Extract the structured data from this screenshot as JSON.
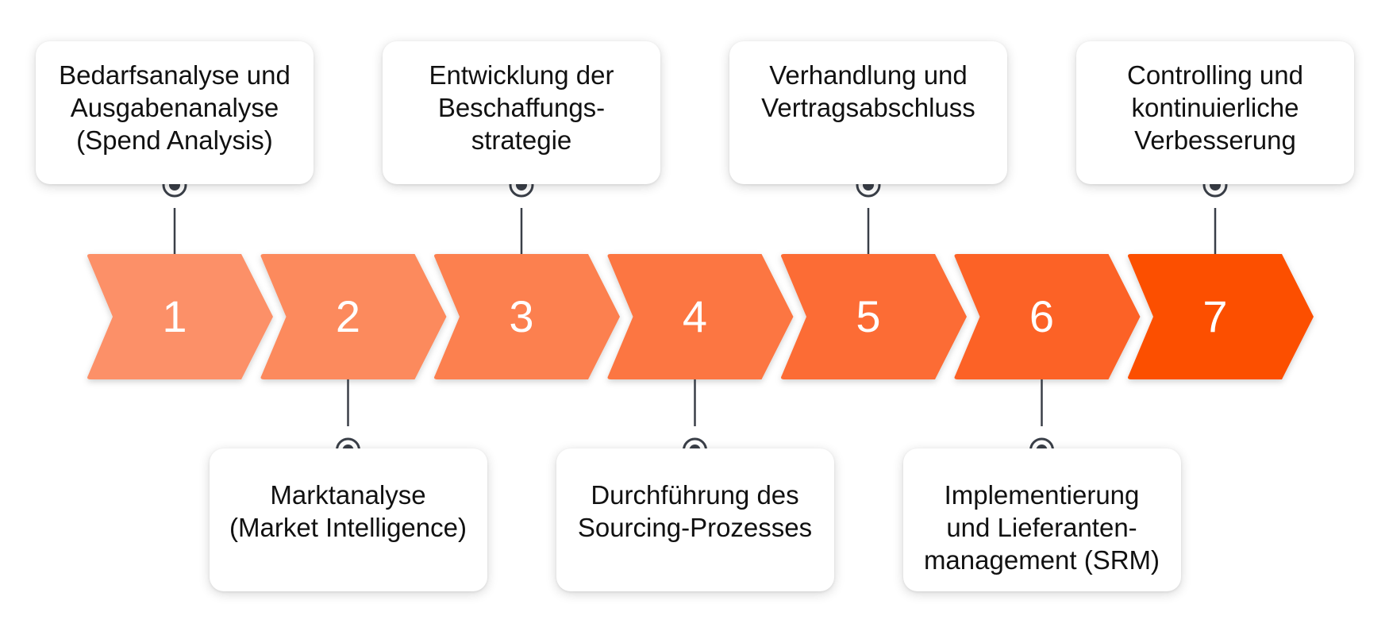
{
  "steps": [
    {
      "number": "1",
      "label": "Bedarfsanalyse und\nAusgabenanalyse\n(Spend Analysis)",
      "position": "top",
      "color": "#fc9068"
    },
    {
      "number": "2",
      "label": "Marktanalyse\n(Market Intelligence)",
      "position": "bottom",
      "color": "#fc8a5d"
    },
    {
      "number": "3",
      "label": "Entwicklung der\nBeschaffungs-\nstrategie",
      "position": "top",
      "color": "#fc8050"
    },
    {
      "number": "4",
      "label": "Durchführung des\nSourcing-Prozesses",
      "position": "bottom",
      "color": "#fc7643"
    },
    {
      "number": "5",
      "label": "Verhandlung und\nVertragsabschluss",
      "position": "top",
      "color": "#fc6c35"
    },
    {
      "number": "6",
      "label": "Implementierung\nund Lieferanten-\nmanagement (SRM)",
      "position": "bottom",
      "color": "#fc6228"
    },
    {
      "number": "7",
      "label": "Controlling und\nkontinuierliche\nVerbesserung",
      "position": "top",
      "color": "#fc4f06"
    }
  ],
  "colors": {
    "connector": "#3a3f48",
    "marker": "#3a3f48"
  }
}
